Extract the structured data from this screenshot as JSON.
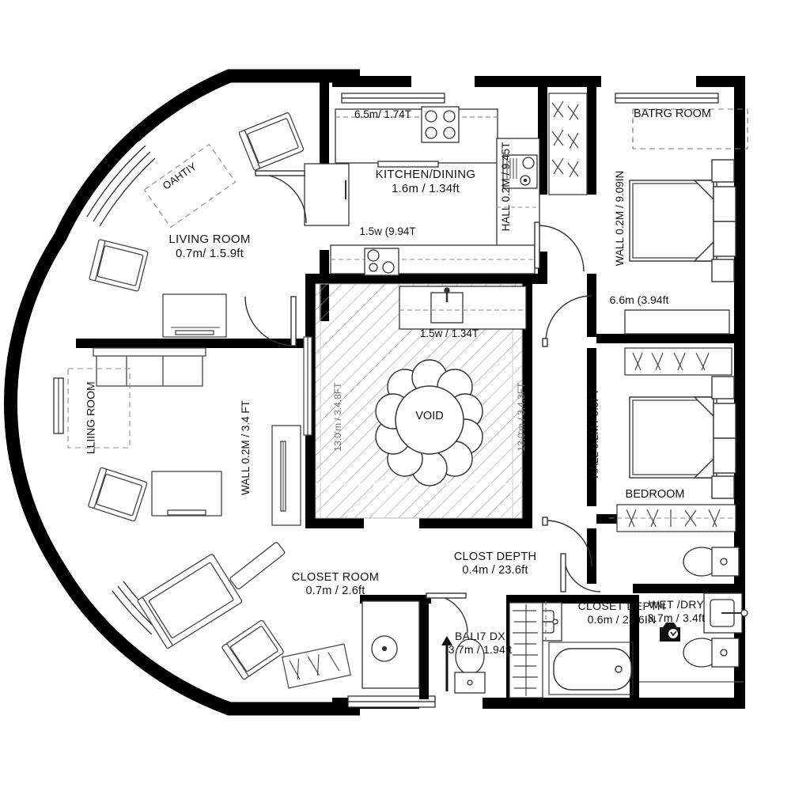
{
  "drawing": {
    "type": "architectural-floor-plan",
    "background": "#ffffff",
    "ink": "#111111",
    "wall_fill": "#000000",
    "hatch_color": "#8a8a8a"
  },
  "labels": {
    "pantry_rot": "OAHTIY",
    "living_room_top": {
      "name": "LIVING ROOM",
      "dim": "0.7m/ 1.5.9ft"
    },
    "living_room_side": "LLIING ROOM",
    "wall_left": "WALL 0.2M / 3.4 FT",
    "kitchen": {
      "name": "KITCHEN/DINING",
      "dim": "1.6m / 1.34ft"
    },
    "counter_top": "6.5m/ 1.74T",
    "counter_mid": "1.5w (9.94T",
    "counter_low": "1.5w / 1.34T",
    "hall_top": "HALL 0.2M / 9.45T",
    "wall_right_top": "WALL 0.2M / 9.09IN",
    "bath_room_top": "BATRG ROOM",
    "bed_dim_right": "6.6m (3.94ft",
    "hall_right_low": "HALL 0.2M / 3.9FT",
    "bedroom_low": "BEDROOM",
    "void": "VOID",
    "void_left_rot": "13.0'm / 3.4.8FT",
    "void_right_rot": "13.0'm / 3.4.3FT",
    "closet_room": {
      "name": "CLOSET ROOM",
      "dim": "0.7m / 2.6ft"
    },
    "closet_depth_mid": {
      "name": "CLOST DEPTH",
      "dim": "0.4m / 23.6ft"
    },
    "bath_mid": {
      "name": "BALI7 DX",
      "dim": "3.7m / 1.94ft"
    },
    "closet_depth_right": {
      "name": "CLOSET DEPTH",
      "dim": "0.6m / 23.6IN"
    },
    "wet_dry": {
      "name": "WET /DRY",
      "dim": "3.7m / 3.4ft"
    }
  },
  "rooms": [
    {
      "key": "living-room",
      "label": "LIVING ROOM",
      "dim": "0.7m/ 1.5.9ft"
    },
    {
      "key": "kitchen-dining",
      "label": "KITCHEN/DINING",
      "dim": "1.6m / 1.34ft"
    },
    {
      "key": "bathroom-top",
      "label": "BATRG ROOM",
      "dim": ""
    },
    {
      "key": "bedroom-top",
      "label": "",
      "dim": "6.6m (3.94ft"
    },
    {
      "key": "bedroom-low",
      "label": "BEDROOM",
      "dim": ""
    },
    {
      "key": "closet-room",
      "label": "CLOSET ROOM",
      "dim": "0.7m / 2.6ft"
    },
    {
      "key": "bath-mid",
      "label": "BALI7 DX",
      "dim": "3.7m / 1.94ft"
    },
    {
      "key": "wet-dry",
      "label": "WET /DRY",
      "dim": "3.7m / 3.4ft"
    },
    {
      "key": "void",
      "label": "VOID",
      "dim": ""
    }
  ]
}
